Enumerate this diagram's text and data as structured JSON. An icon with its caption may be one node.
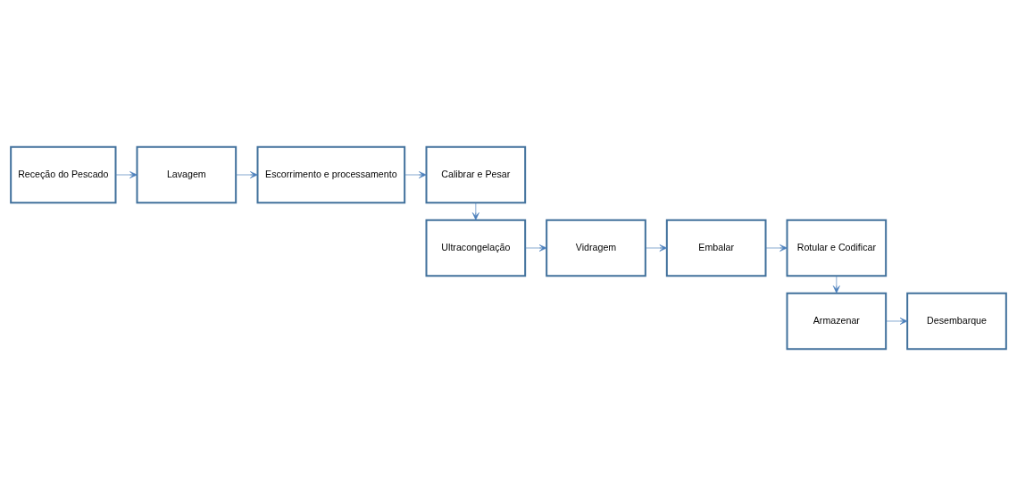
{
  "diagram": {
    "nodes": [
      {
        "text": [
          "Receção do Pescado"
        ]
      },
      {
        "text": [
          "Lavagem"
        ]
      },
      {
        "text": [
          "Escorrimento e processamento"
        ]
      },
      {
        "text": [
          "Calibrar e Pesar"
        ]
      },
      {
        "text": [
          "Ultracongelação"
        ]
      },
      {
        "text": [
          "Vidragem"
        ]
      },
      {
        "text": [
          "Embalar"
        ]
      },
      {
        "text": [
          "Rotular e Codificar"
        ]
      },
      {
        "text": [
          "Armazenar"
        ]
      },
      {
        "text": [
          "Desembarque"
        ]
      }
    ],
    "edges": [
      {
        "from": 0,
        "to": 1,
        "arrow": "to"
      },
      {
        "from": 1,
        "to": 2,
        "arrow": "to"
      },
      {
        "from": 2,
        "to": 3,
        "arrow": "to"
      },
      {
        "from": 3,
        "to": 4,
        "arrow": "to"
      },
      {
        "from": 4,
        "to": 5,
        "arrow": "to"
      },
      {
        "from": 5,
        "to": 6,
        "arrow": "to"
      },
      {
        "from": 6,
        "to": 7,
        "arrow": "to"
      },
      {
        "from": 7,
        "to": 8,
        "arrow": "to"
      },
      {
        "from": 8,
        "to": 9,
        "arrow": "to"
      }
    ]
  }
}
